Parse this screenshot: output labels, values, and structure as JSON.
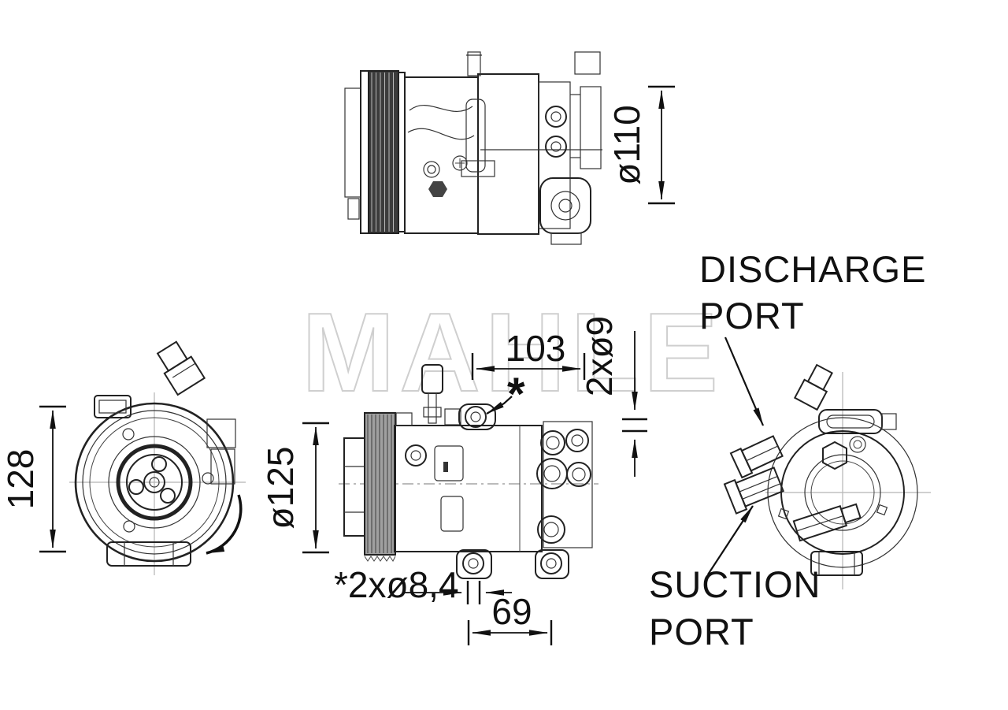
{
  "watermark": "MAHLE",
  "ports": {
    "discharge_line1": "DISCHARGE",
    "discharge_line2": "PORT",
    "suction_line1": "SUCTION",
    "suction_line2": "PORT"
  },
  "dimensions": {
    "pulley_diameter_side": "ø110",
    "body_height_front": "128",
    "pulley_diameter_front": "ø125",
    "mount_span_top": "103",
    "mount_hole_top": "2xø9",
    "mount_hole_bottom": "*2xø8,4",
    "mount_span_bottom": "69",
    "footnote_marker": "*"
  }
}
